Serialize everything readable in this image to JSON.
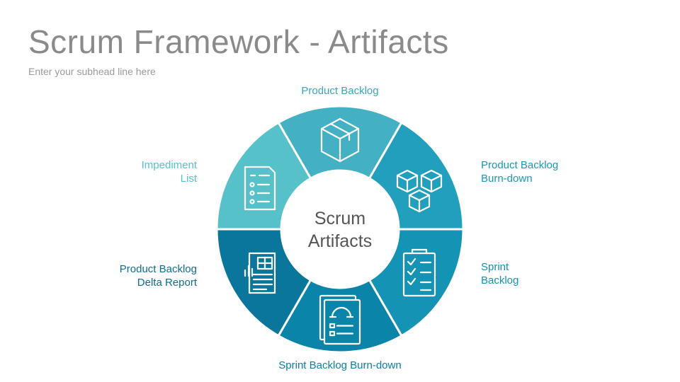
{
  "header": {
    "title": "Scrum Framework - Artifacts",
    "subtitle": "Enter your subhead line here"
  },
  "center": {
    "line1": "Scrum",
    "line2": "Artifacts"
  },
  "colors": {
    "title": "#8a8a8a",
    "light_teal": "#56c1c8",
    "teal": "#3fb3c3",
    "mid_teal": "#21a2bd",
    "dark_teal": "#0a83a7",
    "navy_teal": "#0b6e92"
  },
  "segments": [
    {
      "label_lines": [
        "Product Backlog"
      ],
      "icon": "box-icon",
      "color": "#43b0c4"
    },
    {
      "label_lines": [
        "Product Backlog",
        "Burn-down"
      ],
      "icon": "boxes-icon",
      "color": "#229fbd"
    },
    {
      "label_lines": [
        "Sprint",
        "Backlog"
      ],
      "icon": "clipboard-checklist-icon",
      "color": "#1593b5"
    },
    {
      "label_lines": [
        "Sprint Backlog Burn-down"
      ],
      "icon": "burndown-document-icon",
      "color": "#0a84a8"
    },
    {
      "label_lines": [
        "Product Backlog",
        "Delta Report"
      ],
      "icon": "report-chart-icon",
      "color": "#0a769c"
    },
    {
      "label_lines": [
        "Impediment",
        "List"
      ],
      "icon": "list-document-icon",
      "color": "#56c1c8"
    }
  ]
}
